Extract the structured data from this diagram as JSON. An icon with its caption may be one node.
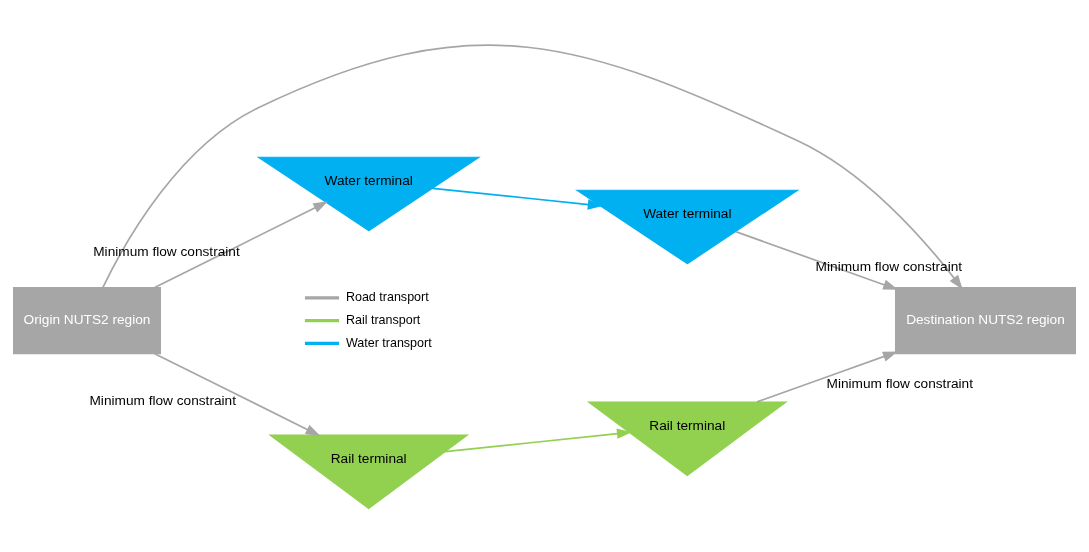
{
  "diagram": {
    "nodes": [
      {
        "text": [
          "Origin NUTS2 region"
        ]
      },
      {
        "text": [
          "Destination NUTS2 region"
        ]
      },
      {
        "text": [
          "Rail terminal"
        ]
      },
      {
        "text": [
          "Rail terminal"
        ]
      },
      {
        "text": [
          "Water terminal"
        ]
      },
      {
        "text": [
          "Water terminal"
        ]
      }
    ],
    "edges": [
      {
        "from": 0,
        "to": 1,
        "arrow": "to"
      },
      {
        "from": 0,
        "to": 2,
        "arrow": "to",
        "label": "Minimum flow constraint"
      },
      {
        "from": 2,
        "to": 3,
        "arrow": "to",
        "color": "#92d050"
      },
      {
        "from": 3,
        "to": 1,
        "arrow": "to",
        "label": "Minimum flow constraint"
      },
      {
        "from": 0,
        "to": 4,
        "arrow": "to",
        "label": "Minimum flow constraint"
      },
      {
        "from": 4,
        "to": 5,
        "arrow": "to",
        "color": "#00b0f0"
      },
      {
        "from": 5,
        "to": 1,
        "arrow": "to",
        "label": "Minimum flow constraint"
      }
    ],
    "legend": [
      {
        "text": "Road transport"
      },
      {
        "text": "Rail transport"
      },
      {
        "text": "Water transport"
      }
    ]
  }
}
